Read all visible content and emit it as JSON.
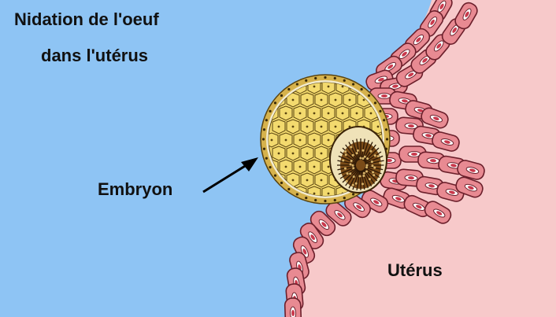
{
  "title_lines": [
    "Nidation de l'oeuf",
    "dans l'utérus"
  ],
  "labels": {
    "embryo": "Embryon",
    "uterus": "Utérus"
  },
  "colors": {
    "cavity_fluid": "#8ec4f4",
    "uterine_tissue": "#f7c9ca",
    "epithelial_cell_fill": "#e88a92",
    "epithelial_cell_outline": "#6b1f2b",
    "cell_highlight": "#ffffff",
    "blastocyst_outer_ring": "#d6b24c",
    "blastocyst_shell": "#f3ecd0",
    "blastocyst_cells": "#f3da6e",
    "embryo_button": "#7a4b18",
    "arrow": "#000000"
  },
  "icons": {
    "arrow": "arrow-pointing-to-embryo"
  }
}
